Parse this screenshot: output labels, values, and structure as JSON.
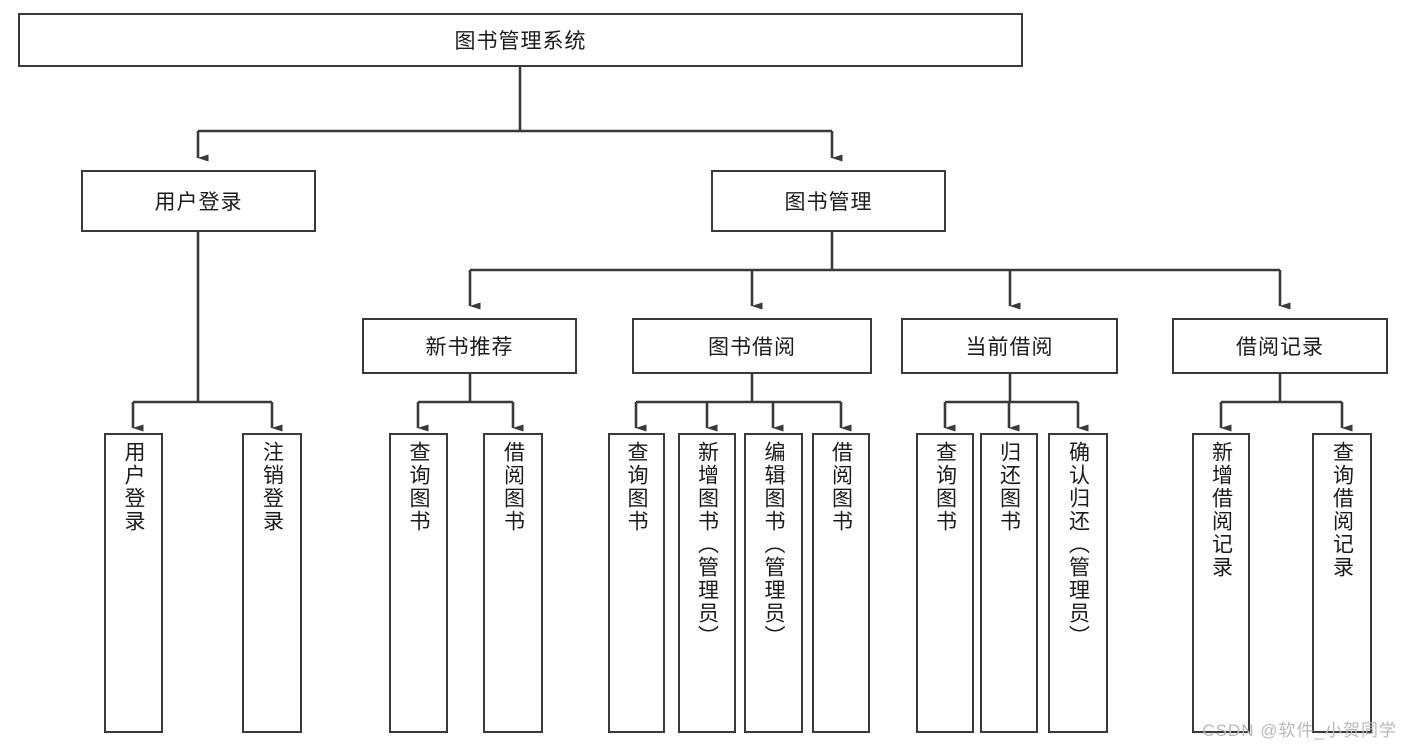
{
  "diagram": {
    "type": "tree",
    "title": "图书管理系统",
    "watermark": "CSDN @软件_小贺同学",
    "colors": {
      "box_border": "#3a3a3a",
      "box_fill": "#ffffff",
      "connector": "#3a3a3a",
      "text": "#1b1b1b",
      "watermark": "#b9b9b9"
    },
    "nodes": {
      "root": {
        "label": "图书管理系统",
        "level": 1
      },
      "n_user_login": {
        "label": "用户登录",
        "level": 2
      },
      "n_book_manage": {
        "label": "图书管理",
        "level": 2
      },
      "n_new_book_rec": {
        "label": "新书推荐",
        "level": 3
      },
      "n_book_borrow": {
        "label": "图书借阅",
        "level": 3
      },
      "n_current_borrow": {
        "label": "当前借阅",
        "level": 3
      },
      "n_borrow_record": {
        "label": "借阅记录",
        "level": 3
      },
      "leaf_user_login": {
        "label": "用户登录",
        "level": 4
      },
      "leaf_logout": {
        "label": "注销登录",
        "level": 4
      },
      "leaf_query_book_1": {
        "label": "查询图书",
        "level": 4
      },
      "leaf_borrow_book_1": {
        "label": "借阅图书",
        "level": 4
      },
      "leaf_query_book_2": {
        "label": "查询图书",
        "level": 4
      },
      "leaf_add_book": {
        "label": "新增图书（管理员）",
        "level": 4
      },
      "leaf_edit_book": {
        "label": "编辑图书（管理员）",
        "level": 4
      },
      "leaf_borrow_book_2": {
        "label": "借阅图书",
        "level": 4
      },
      "leaf_query_book_3": {
        "label": "查询图书",
        "level": 4
      },
      "leaf_return_book": {
        "label": "归还图书",
        "level": 4
      },
      "leaf_confirm_return": {
        "label": "确认归还（管理员）",
        "level": 4
      },
      "leaf_add_record": {
        "label": "新增借阅记录",
        "level": 4
      },
      "leaf_query_record": {
        "label": "查询借阅记录",
        "level": 4
      }
    },
    "edges": [
      {
        "from": "root",
        "to": "n_user_login"
      },
      {
        "from": "root",
        "to": "n_book_manage"
      },
      {
        "from": "n_user_login",
        "to": "leaf_user_login"
      },
      {
        "from": "n_user_login",
        "to": "leaf_logout"
      },
      {
        "from": "n_book_manage",
        "to": "n_new_book_rec"
      },
      {
        "from": "n_book_manage",
        "to": "n_book_borrow"
      },
      {
        "from": "n_book_manage",
        "to": "n_current_borrow"
      },
      {
        "from": "n_book_manage",
        "to": "n_borrow_record"
      },
      {
        "from": "n_new_book_rec",
        "to": "leaf_query_book_1"
      },
      {
        "from": "n_new_book_rec",
        "to": "leaf_borrow_book_1"
      },
      {
        "from": "n_book_borrow",
        "to": "leaf_query_book_2"
      },
      {
        "from": "n_book_borrow",
        "to": "leaf_add_book"
      },
      {
        "from": "n_book_borrow",
        "to": "leaf_edit_book"
      },
      {
        "from": "n_book_borrow",
        "to": "leaf_borrow_book_2"
      },
      {
        "from": "n_current_borrow",
        "to": "leaf_query_book_3"
      },
      {
        "from": "n_current_borrow",
        "to": "leaf_return_book"
      },
      {
        "from": "n_current_borrow",
        "to": "leaf_confirm_return"
      },
      {
        "from": "n_borrow_record",
        "to": "leaf_add_record"
      },
      {
        "from": "n_borrow_record",
        "to": "leaf_query_record"
      }
    ]
  }
}
